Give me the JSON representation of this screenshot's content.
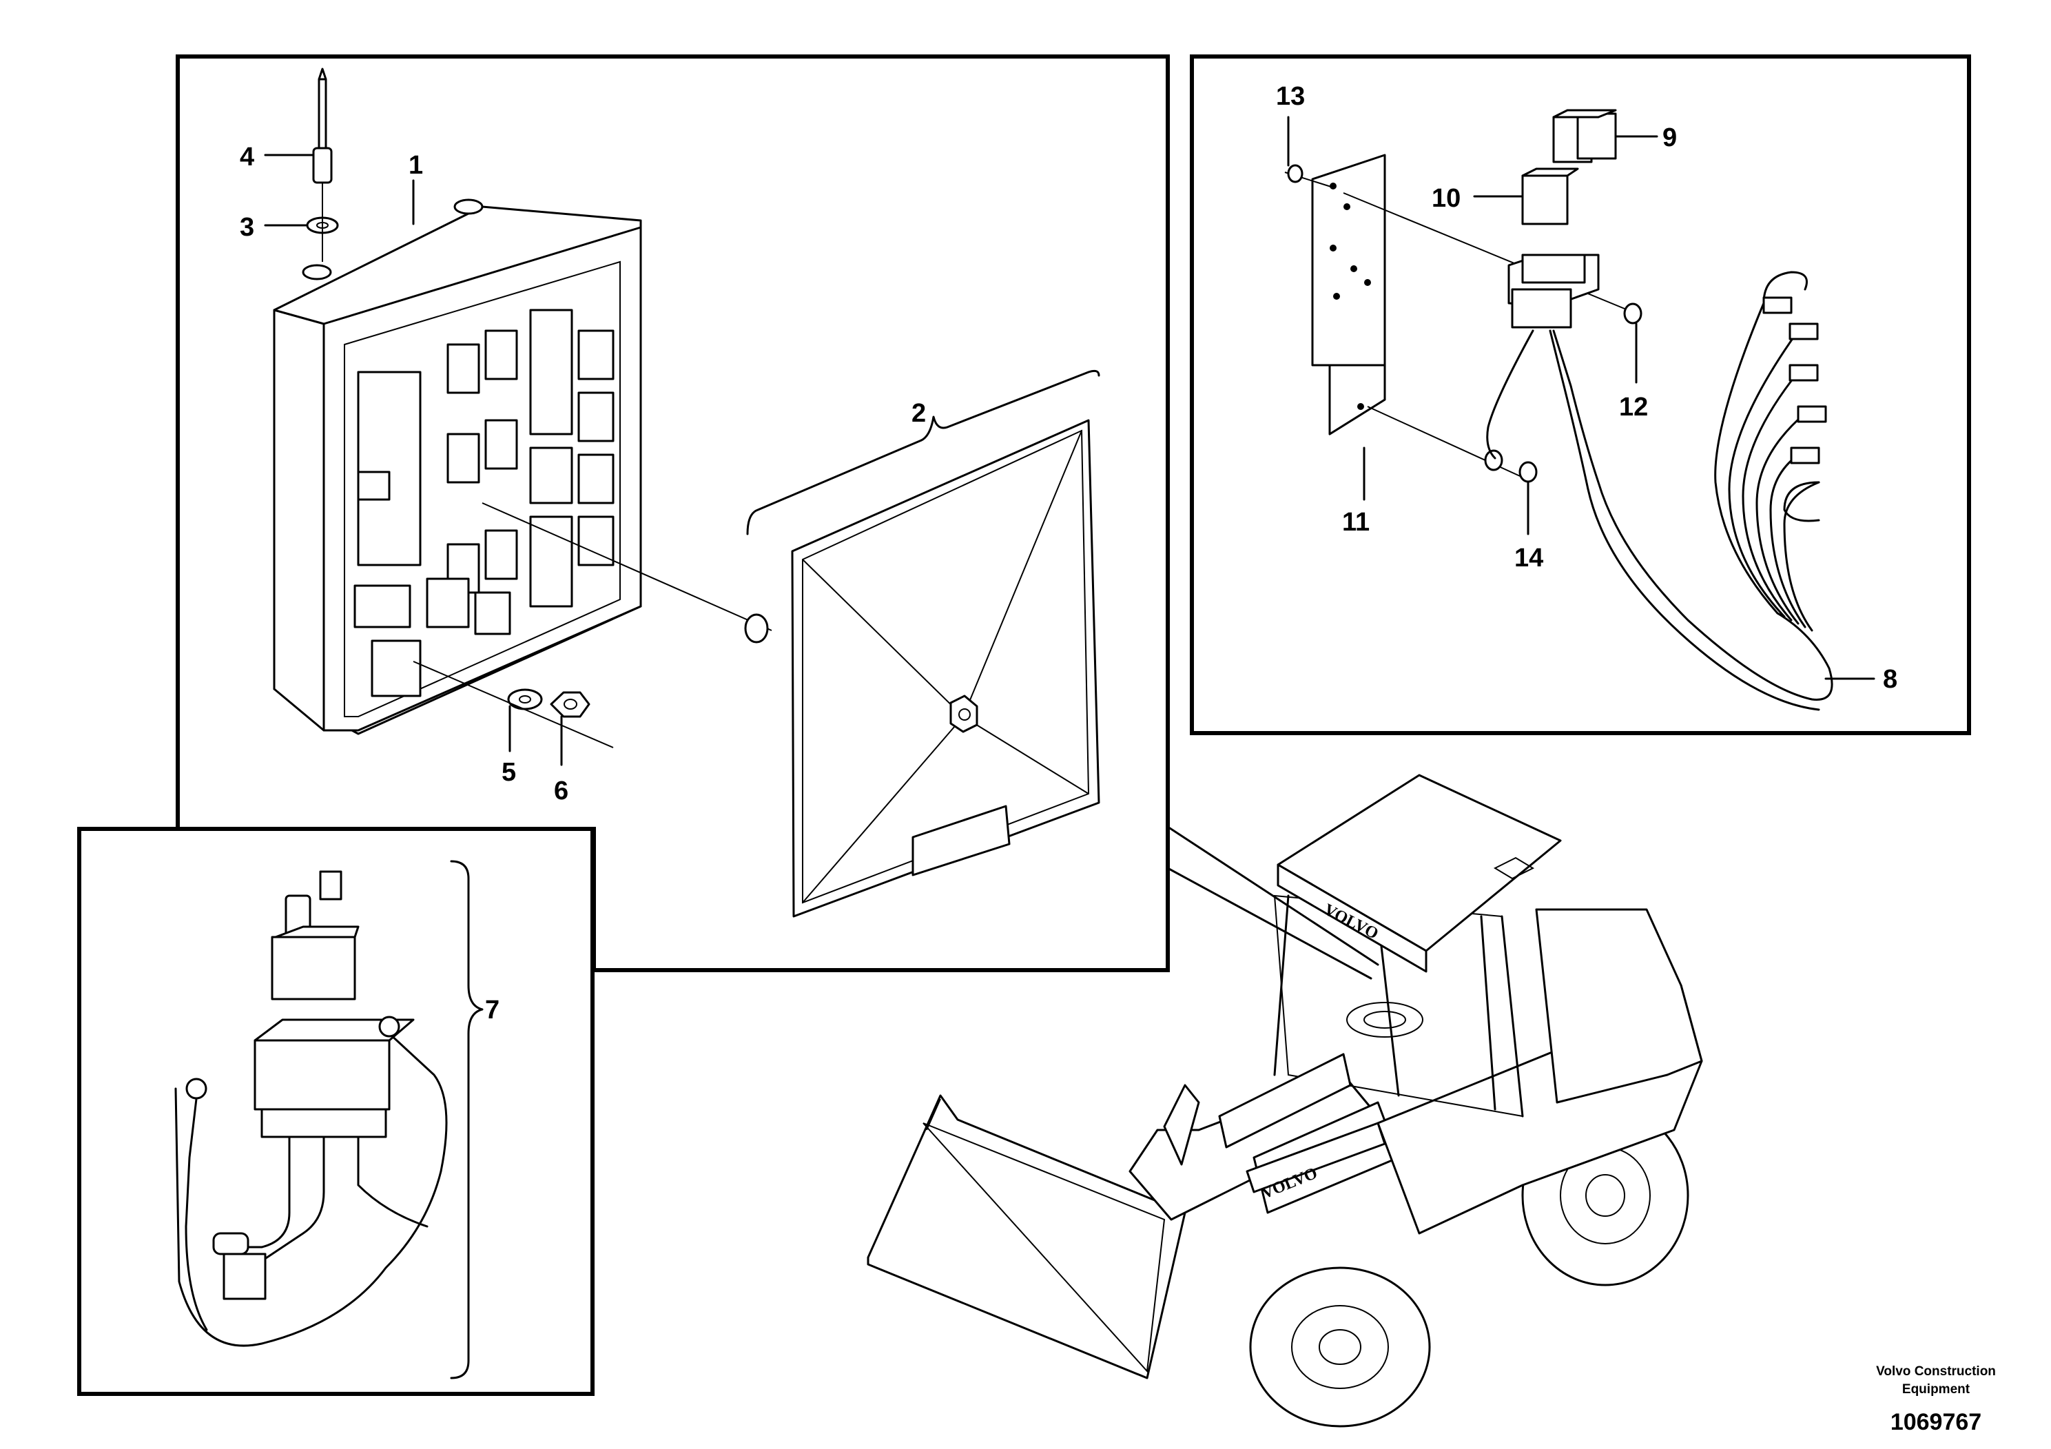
{
  "callouts": {
    "c1": "1",
    "c2": "2",
    "c3": "3",
    "c4": "4",
    "c5": "5",
    "c6": "6",
    "c7": "7",
    "c8": "8",
    "c9": "9",
    "c10": "10",
    "c11": "11",
    "c12": "12",
    "c13": "13",
    "c14": "14"
  },
  "machine": {
    "cab_brand": "VOLVO",
    "boom_brand": "VOLVO"
  },
  "footer": {
    "company_line1": "Volvo Construction",
    "company_line2": "Equipment",
    "drawing_number": "1069767"
  }
}
